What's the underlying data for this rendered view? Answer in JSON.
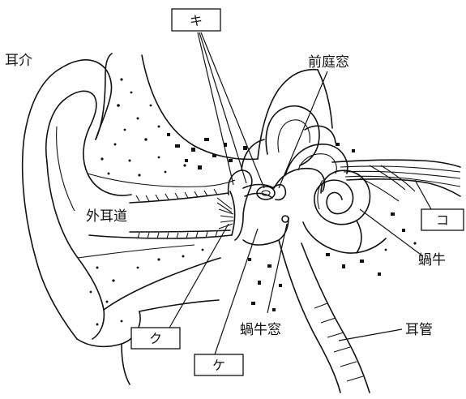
{
  "labels": {
    "pinna": "耳介",
    "ear_canal": "外耳道",
    "oval_window": "前庭窓",
    "cochlea": "蝸牛",
    "round_window": "蝸牛窓",
    "eustachian_tube": "耳管"
  },
  "boxes": {
    "ki": "キ",
    "ku": "ク",
    "ke": "ケ",
    "ko": "コ"
  }
}
